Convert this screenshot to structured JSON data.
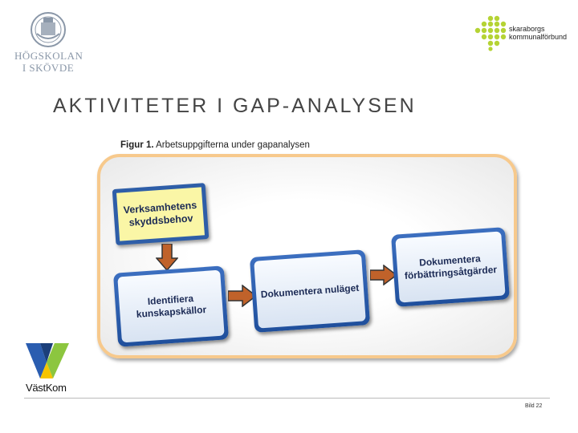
{
  "logos": {
    "hogskolan_line1": "HÖGSKOLAN",
    "hogskolan_line2": "I SKÖVDE",
    "skaraborg_line1": "skaraborgs",
    "skaraborg_line2": "kommunalförbund",
    "vastkom": "VästKom"
  },
  "slide": {
    "title": "AKTIVITETER I GAP-ANALYSEN",
    "page_number": "Bild 22"
  },
  "figure": {
    "caption_bold": "Figur 1.",
    "caption_text": " Arbetsuppgifterna under gapanalysen",
    "note_line1": "Verksamhetens",
    "note_line2": "skyddsbehov",
    "box1_line1": "Identifiera",
    "box1_line2": "kunskapskällor",
    "box2_line1": "Dokumentera nuläget",
    "box3_line1": "Dokumentera",
    "box3_line2": "förbättringsåtgärder"
  },
  "colors": {
    "frame_border": "#f7c98c",
    "box_border": "#2e5ea8",
    "note_fill": "#faf6a6",
    "arrow": "#c0622a",
    "skaraborg_green": "#b5d334"
  }
}
